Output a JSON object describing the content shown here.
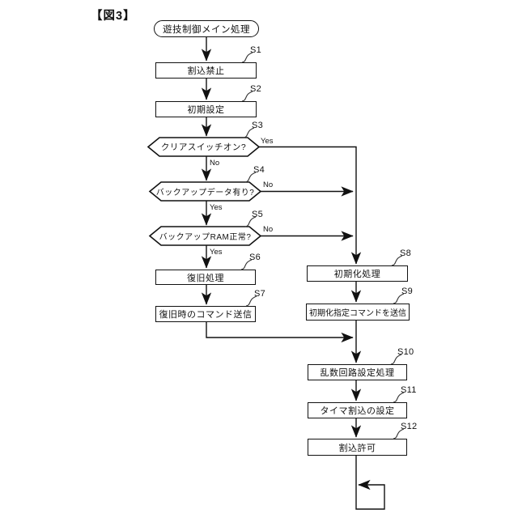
{
  "figure_label": "【図3】",
  "flowchart": {
    "start_label": "遊技制御メイン処理",
    "branch": {
      "yes": "Yes",
      "no": "No"
    },
    "steps": [
      {
        "id": "S1",
        "type": "process",
        "label": "割込禁止"
      },
      {
        "id": "S2",
        "type": "process",
        "label": "初期設定"
      },
      {
        "id": "S3",
        "type": "decision",
        "label": "クリアスイッチオン?"
      },
      {
        "id": "S4",
        "type": "decision",
        "label": "バックアップデータ有り?"
      },
      {
        "id": "S5",
        "type": "decision",
        "label": "バックアップRAM正常?"
      },
      {
        "id": "S6",
        "type": "process",
        "label": "復旧処理"
      },
      {
        "id": "S7",
        "type": "process",
        "label": "復旧時のコマンド送信"
      },
      {
        "id": "S8",
        "type": "process",
        "label": "初期化処理"
      },
      {
        "id": "S9",
        "type": "process",
        "label": "初期化指定コマンドを送信"
      },
      {
        "id": "S10",
        "type": "process",
        "label": "乱数回路設定処理"
      },
      {
        "id": "S11",
        "type": "process",
        "label": "タイマ割込の設定"
      },
      {
        "id": "S12",
        "type": "process",
        "label": "割込許可"
      }
    ]
  }
}
